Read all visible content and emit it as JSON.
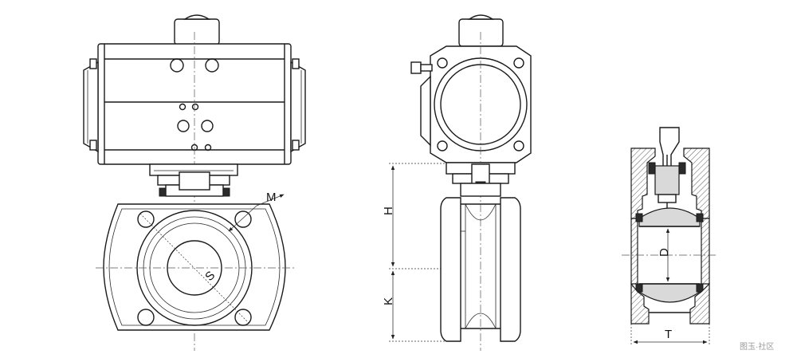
{
  "dimension_labels": {
    "M": "M",
    "S": "S",
    "H": "H",
    "K": "K",
    "D": "D",
    "T": "T"
  },
  "watermark": "图玉·社区"
}
